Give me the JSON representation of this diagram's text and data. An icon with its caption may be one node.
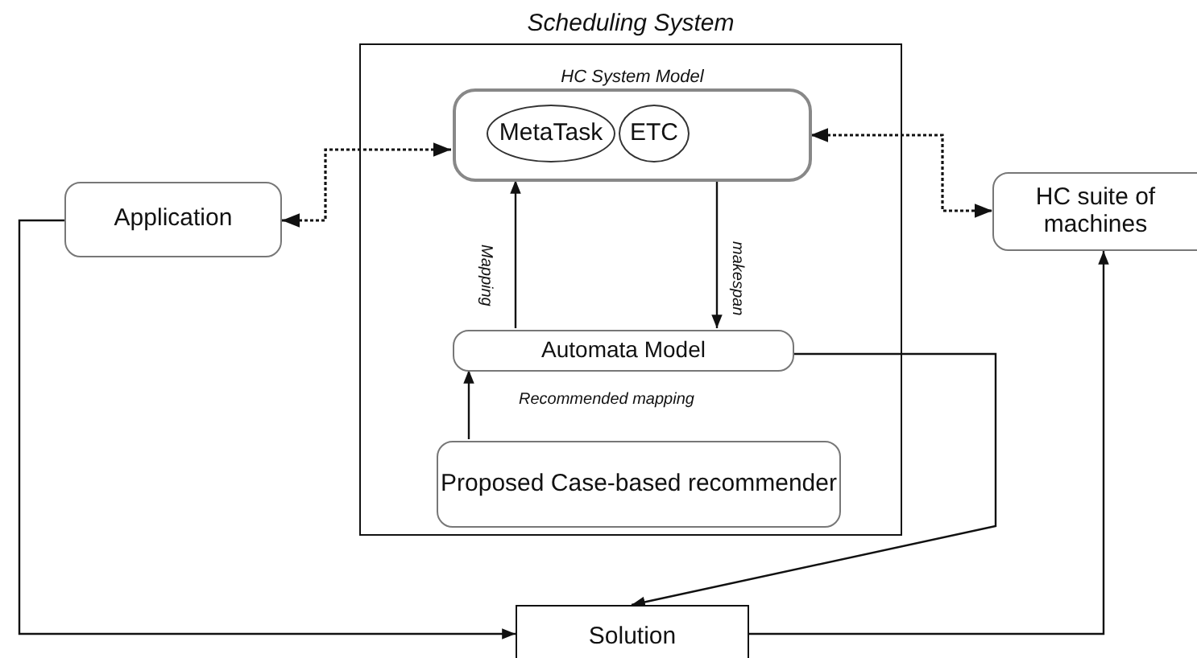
{
  "diagram": {
    "nodes": [
      {
        "text": [
          "Scheduling System"
        ]
      },
      {
        "text": [
          "HC System Model"
        ],
        "in": 0
      },
      {
        "text": [
          "MetaTask"
        ],
        "in": 1
      },
      {
        "text": [
          "ETC"
        ],
        "in": 1
      },
      {
        "text": [
          "Automata Model"
        ],
        "in": 0
      },
      {
        "text": [
          "Proposed Case-based recommender"
        ],
        "in": 0
      },
      {
        "text": [
          "Application"
        ]
      },
      {
        "text": [
          "HC suite of machines"
        ]
      },
      {
        "text": [
          "Solution"
        ]
      }
    ],
    "edges": [
      {
        "from": 1,
        "to": 6,
        "arrow": "both",
        "style": "dashed"
      },
      {
        "from": 1,
        "to": 7,
        "arrow": "both",
        "style": "dashed"
      },
      {
        "from": 4,
        "to": 1,
        "arrow": "to",
        "label": "Mapping"
      },
      {
        "from": 1,
        "to": 4,
        "arrow": "to",
        "label": "makespan"
      },
      {
        "from": 5,
        "to": 4,
        "arrow": "to",
        "label": "Recommended mapping"
      },
      {
        "from": 4,
        "to": 8,
        "arrow": "to"
      },
      {
        "from": 6,
        "to": 8,
        "arrow": "to"
      },
      {
        "from": 8,
        "to": 7,
        "arrow": "to"
      }
    ]
  }
}
